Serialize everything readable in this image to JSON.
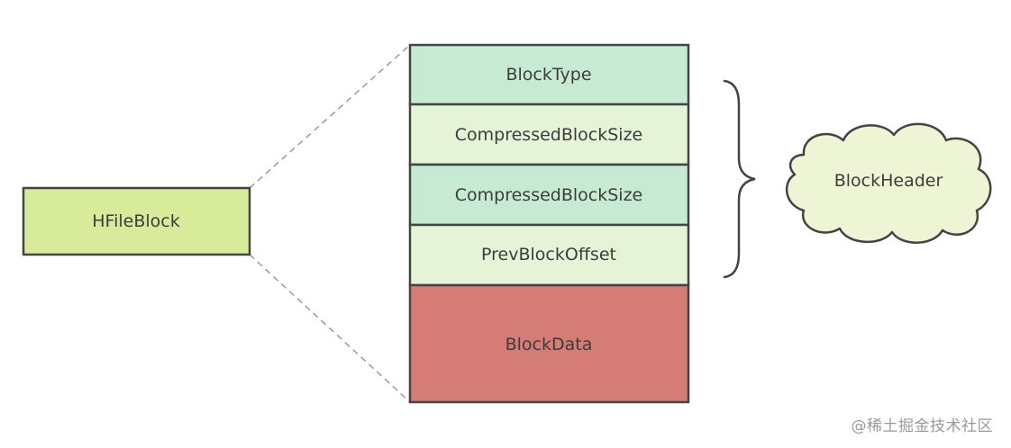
{
  "hfileblock": {
    "label": "HFileBlock"
  },
  "block_fields": [
    {
      "label": "BlockType"
    },
    {
      "label": "CompressedBlockSize"
    },
    {
      "label": "CompressedBlockSize"
    },
    {
      "label": "PrevBlockOffset"
    }
  ],
  "block_data": {
    "label": "BlockData"
  },
  "block_header": {
    "label": "BlockHeader"
  },
  "watermark": {
    "text": "@稀土掘金技术社区"
  },
  "colors": {
    "hfileblock_fill": "#d7eb9a",
    "field_dark_fill": "#c6ebd2",
    "field_light_fill": "#e5f4d7",
    "block_data_fill": "#d47c75",
    "cloud_fill": "#eef5d4",
    "outline": "#444444"
  }
}
